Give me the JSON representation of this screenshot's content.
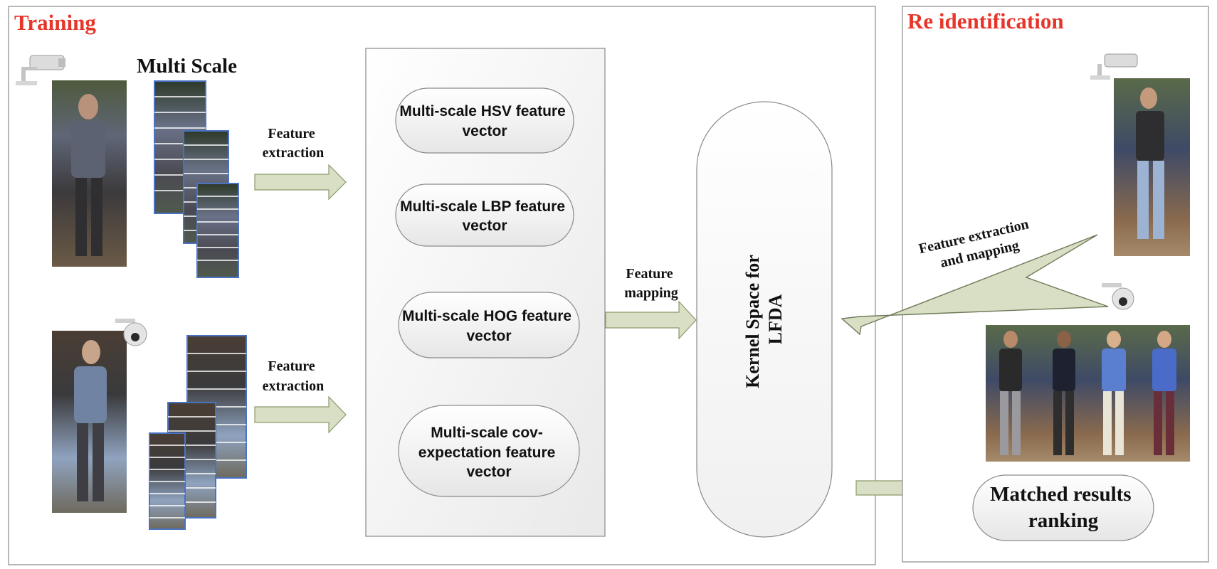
{
  "training": {
    "title": "Training",
    "multi_scale": "Multi Scale",
    "feature_extraction_top": [
      "Feature",
      "extraction"
    ],
    "feature_extraction_bottom": [
      "Feature",
      "extraction"
    ],
    "features": [
      [
        "Multi-scale HSV feature",
        "vector"
      ],
      [
        "Multi-scale LBP feature",
        "vector"
      ],
      [
        "Multi-scale HOG feature",
        "vector"
      ],
      [
        "Multi-scale cov-",
        "expectation feature",
        "vector"
      ]
    ],
    "feature_mapping": [
      "Feature",
      "mapping"
    ],
    "kernel_space": [
      "Kernel Space for",
      "LFDA"
    ]
  },
  "reid": {
    "title": "Re identification",
    "feature_extraction_mapping": [
      "Feature extraction",
      "and mapping"
    ],
    "matched_results": [
      "Matched results",
      "ranking"
    ]
  },
  "colors": {
    "title_red": "#e8352a",
    "arrow_fill": "#d9dfc4",
    "arrow_stroke": "#8a9a6a",
    "photo_border": "#4a72c4"
  }
}
